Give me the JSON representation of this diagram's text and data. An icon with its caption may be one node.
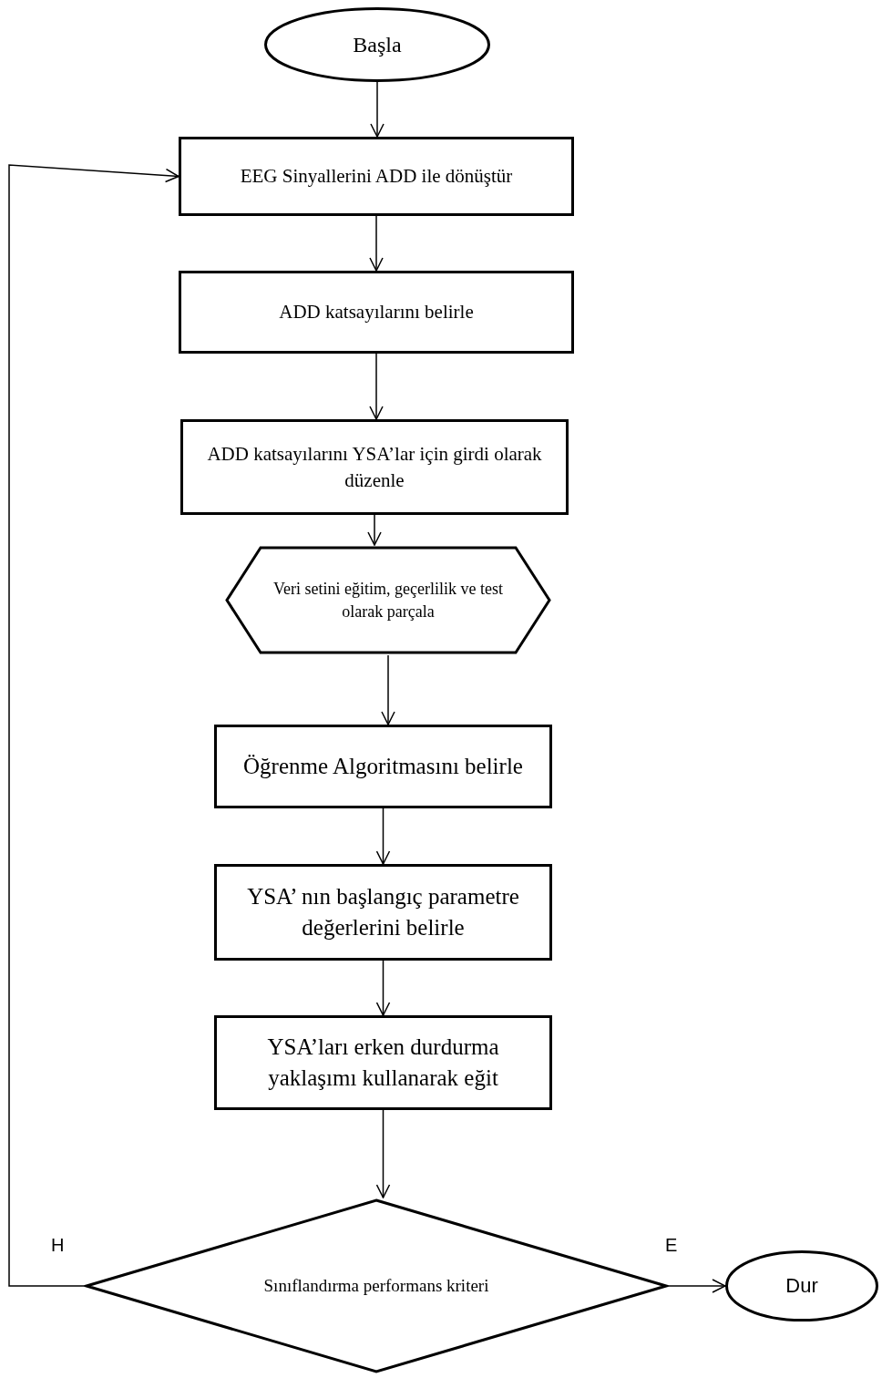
{
  "diagram": {
    "nodes": [
      {
        "text": [
          "Başla"
        ]
      },
      {
        "text": [
          "EEG Sinyallerini ADD ile dönüştür"
        ]
      },
      {
        "text": [
          "ADD katsayılarını belirle"
        ]
      },
      {
        "text": [
          "ADD katsayılarını YSA’lar için girdi olarak düzenle"
        ]
      },
      {
        "text": [
          "Veri setini eğitim, geçerlilik ve test olarak parçala"
        ]
      },
      {
        "text": [
          "Öğrenme Algoritmasını belirle"
        ]
      },
      {
        "text": [
          "YSA’ nın başlangıç parametre değerlerini belirle"
        ]
      },
      {
        "text": [
          "YSA’ları erken durdurma yaklaşımı kullanarak eğit"
        ]
      },
      {
        "text": [
          "Sınıflandırma performans kriteri"
        ]
      },
      {
        "text": [
          "Dur"
        ]
      }
    ],
    "edges": [
      {
        "from": 0,
        "to": 1,
        "arrow": "to"
      },
      {
        "from": 1,
        "to": 2,
        "arrow": "to"
      },
      {
        "from": 2,
        "to": 3,
        "arrow": "to"
      },
      {
        "from": 3,
        "to": 4,
        "arrow": "to"
      },
      {
        "from": 4,
        "to": 5,
        "arrow": "to"
      },
      {
        "from": 5,
        "to": 6,
        "arrow": "to"
      },
      {
        "from": 6,
        "to": 7,
        "arrow": "to"
      },
      {
        "from": 7,
        "to": 8,
        "arrow": "to"
      },
      {
        "from": 8,
        "to": 1,
        "arrow": "to",
        "label": "H"
      },
      {
        "from": 8,
        "to": 9,
        "arrow": "to",
        "label": "E"
      }
    ]
  }
}
